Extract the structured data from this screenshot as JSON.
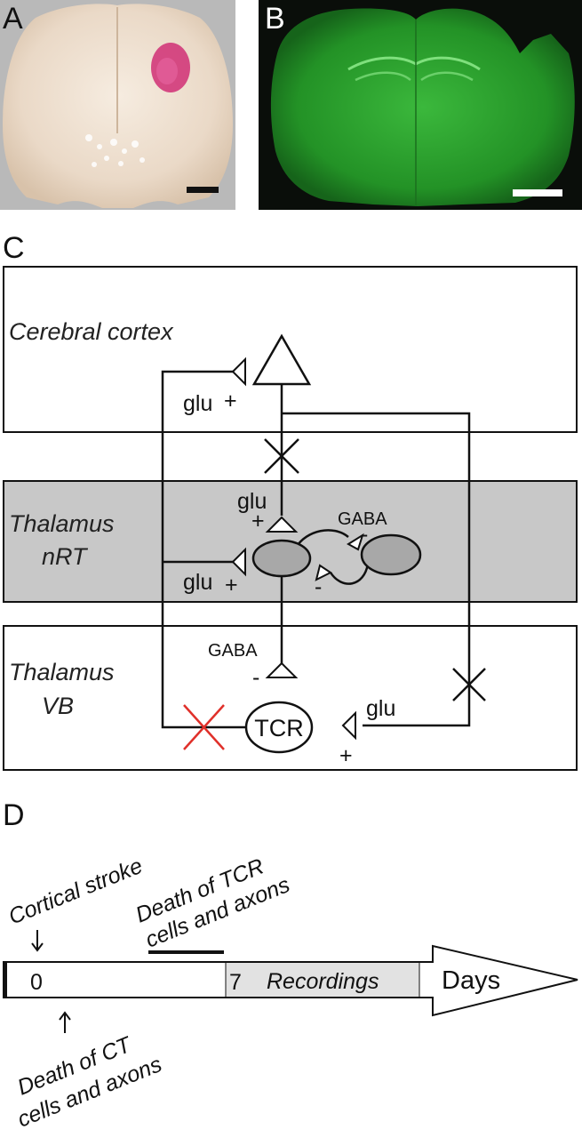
{
  "panels": {
    "a": "A",
    "b": "B",
    "c": "C",
    "d": "D"
  },
  "regions": {
    "cortex": "Cerebral cortex",
    "nrt_line1": "Thalamus",
    "nrt_line2": "nRT",
    "vb_line1": "Thalamus",
    "vb_line2": "VB"
  },
  "labels": {
    "glu": "glu",
    "gaba": "GABA",
    "plus": "+",
    "minus": "-",
    "tcr": "TCR"
  },
  "timeline": {
    "cortical_stroke": "Cortical stroke",
    "death_tcr_1": "Death of TCR",
    "death_tcr_2": "cells and axons",
    "death_ct_1": "Death of CT",
    "death_ct_2": "cells and axons",
    "day0": "0",
    "day7": "7",
    "recordings": "Recordings",
    "days": "Days"
  },
  "colors": {
    "lesion_x": "#e0302a",
    "nrt_band": "#c8c8c8",
    "nrt_cell": "#a8a8a8",
    "recordings_fill": "#e2e2e2",
    "fluorescence": "#2f9a32"
  }
}
